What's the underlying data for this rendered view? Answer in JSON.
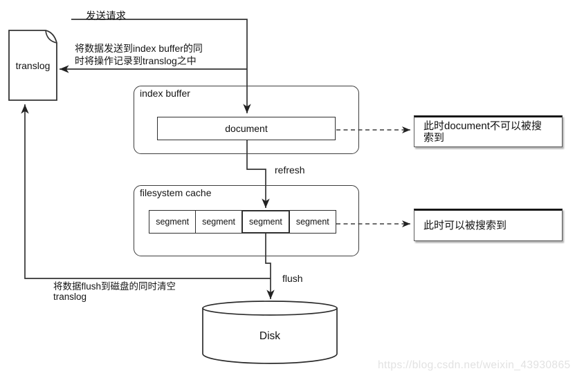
{
  "colors": {
    "line": "#333333",
    "text": "#111111",
    "watermark": "#e2e2e2",
    "background": "#ffffff"
  },
  "labels": {
    "send_request": "发送请求",
    "send_note": "将数据发送到index buffer的同\n时将操作记录到translog之中",
    "refresh": "refresh",
    "flush": "flush",
    "flush_note": "将数据flush到磁盘的同时清空\ntranslog"
  },
  "nodes": {
    "translog": "translog",
    "index_buffer": "index buffer",
    "document": "document",
    "filesystem_cache": "filesystem cache",
    "segments": [
      "segment",
      "segment",
      "segment",
      "segment"
    ],
    "disk": "Disk"
  },
  "annotations": {
    "document_not_searchable": "此时document不可以被搜\n索到",
    "searchable": "此时可以被搜索到"
  },
  "watermark": "https://blog.csdn.net/weixin_43930865"
}
